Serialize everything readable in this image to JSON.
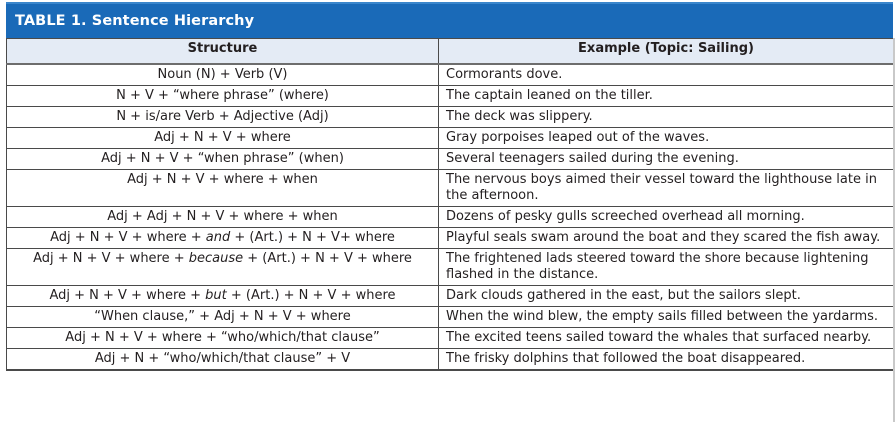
{
  "table": {
    "title": "TABLE 1. Sentence Hierarchy",
    "header_color": "#1a6ab8",
    "subheader_color": "#e4ebf5",
    "columns": [
      "Structure",
      "Example (Topic: Sailing)"
    ],
    "rows": [
      {
        "structure": "Noun (N) + Verb (V)",
        "example": "Cormorants dove."
      },
      {
        "structure": "N + V + “where phrase” (where)",
        "example": "The captain leaned on the tiller."
      },
      {
        "structure": "N + is/are Verb + Adjective (Adj)",
        "example": "The deck was slippery."
      },
      {
        "structure": "Adj + N + V + where",
        "example": "Gray porpoises leaped out of the waves."
      },
      {
        "structure": "Adj + N + V + “when phrase” (when)",
        "example": "Several teenagers sailed during the evening."
      },
      {
        "structure": "Adj + N + V + where + when",
        "example": "The nervous boys aimed their vessel toward the lighthouse late in the afternoon."
      },
      {
        "structure": "Adj + Adj + N + V + where + when",
        "example": "Dozens of pesky gulls screeched overhead all morning."
      },
      {
        "structure_pre": "Adj + N + V + where + ",
        "structure_em": "and",
        "structure_post": " + (Art.) + N + V+ where",
        "example": "Playful seals swam around the boat and they scared the fish away."
      },
      {
        "structure_pre": "Adj + N + V + where + ",
        "structure_em": "because",
        "structure_post": " + (Art.) + N + V + where",
        "example": "The frightened lads steered toward the shore because lightening flashed in the distance."
      },
      {
        "structure_pre": "Adj + N + V + where + ",
        "structure_em": "but",
        "structure_post": " + (Art.) + N + V + where",
        "example": "Dark clouds gathered in the east, but the sailors slept."
      },
      {
        "structure": "“When clause,” + Adj + N + V + where",
        "example": "When the wind blew, the empty sails filled between the yardarms."
      },
      {
        "structure": "Adj + N + V + where + “who/which/that clause”",
        "example": "The excited teens sailed toward the whales that surfaced nearby."
      },
      {
        "structure": "Adj + N + “who/which/that clause” + V",
        "example": "The frisky dolphins that followed the boat disappeared."
      }
    ]
  }
}
